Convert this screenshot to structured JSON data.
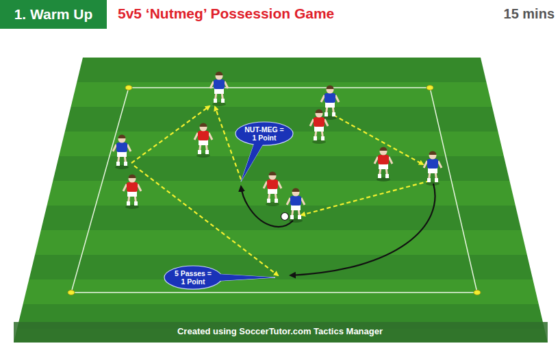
{
  "diagram": {
    "title": "5v5 ‘Nutmeg’ Possession Game",
    "nodes": [
      {
        "text": [
          "1. Warm Up"
        ]
      },
      {
        "text": [
          "NUT-MEG = 1 Point"
        ]
      },
      {
        "text": [
          "5 Passes = 1 Point"
        ]
      }
    ],
    "labels": [
      "15 mins",
      "Created using SoccerTutor.com Tactics Manager"
    ]
  }
}
